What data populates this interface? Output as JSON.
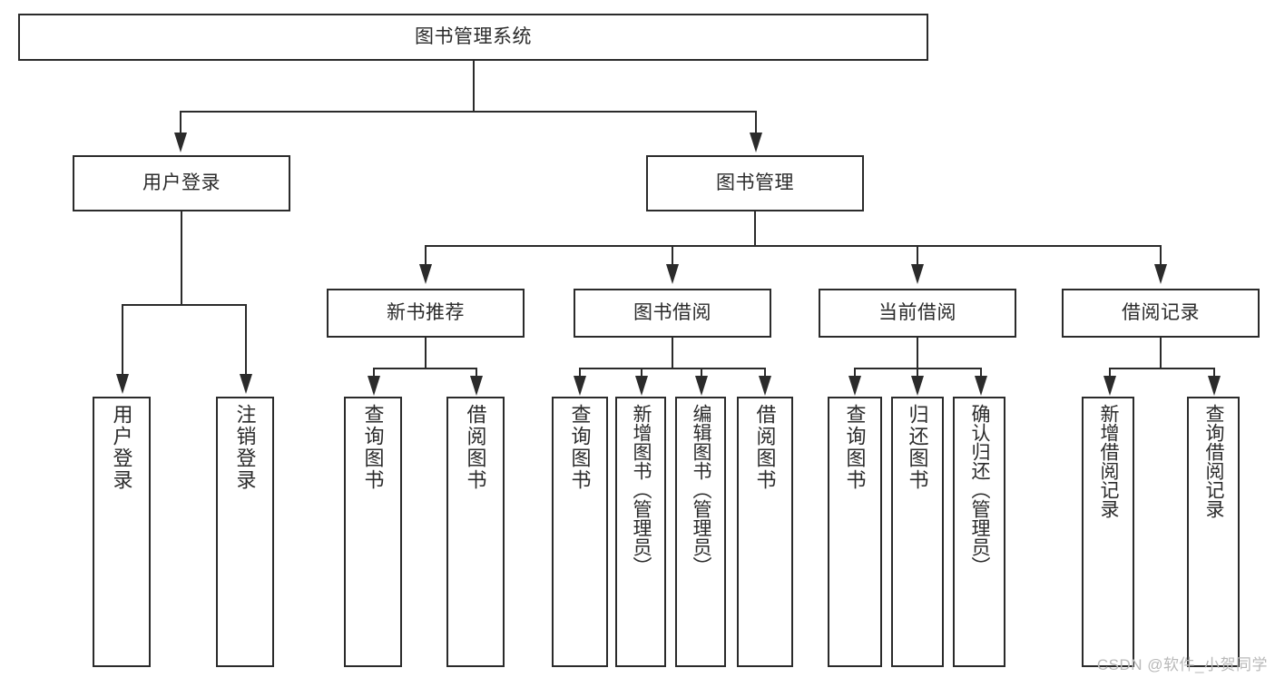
{
  "diagram": {
    "title": "图书管理系统",
    "type": "tree-hierarchy",
    "orientation": "top-down",
    "watermark": "CSDN @软件_小贺同学",
    "colors": {
      "stroke": "#2b2b2b",
      "fill": "#ffffff",
      "text": "#2b2b2b",
      "watermark": "#b9b9b9"
    }
  },
  "nodes": {
    "root": {
      "label": "图书管理系统"
    },
    "level2": [
      {
        "id": "user-login",
        "label": "用户登录"
      },
      {
        "id": "book-manage",
        "label": "图书管理"
      }
    ],
    "level3": [
      {
        "id": "new-book-recommend",
        "label": "新书推荐"
      },
      {
        "id": "book-borrow",
        "label": "图书借阅"
      },
      {
        "id": "current-borrow",
        "label": "当前借阅"
      },
      {
        "id": "borrow-record",
        "label": "借阅记录"
      }
    ],
    "leaves_user_login": [
      {
        "id": "leaf-user-login",
        "label": "用户登录"
      },
      {
        "id": "leaf-user-logout",
        "label": "注销登录"
      }
    ],
    "leaves_new_book": [
      {
        "id": "leaf-query-book-1",
        "label": "查询图书"
      },
      {
        "id": "leaf-borrow-book-1",
        "label": "借阅图书"
      }
    ],
    "leaves_book_borrow": [
      {
        "id": "leaf-query-book-2",
        "label": "查询图书"
      },
      {
        "id": "leaf-add-book",
        "label": "新增图书（管理员）"
      },
      {
        "id": "leaf-edit-book",
        "label": "编辑图书（管理员）"
      },
      {
        "id": "leaf-borrow-book-2",
        "label": "借阅图书"
      }
    ],
    "leaves_current_borrow": [
      {
        "id": "leaf-query-book-3",
        "label": "查询图书"
      },
      {
        "id": "leaf-return-book",
        "label": "归还图书"
      },
      {
        "id": "leaf-confirm-return",
        "label": "确认归还（管理员）"
      }
    ],
    "leaves_borrow_record": [
      {
        "id": "leaf-add-record",
        "label": "新增借阅记录"
      },
      {
        "id": "leaf-query-record",
        "label": "查询借阅记录"
      }
    ]
  }
}
